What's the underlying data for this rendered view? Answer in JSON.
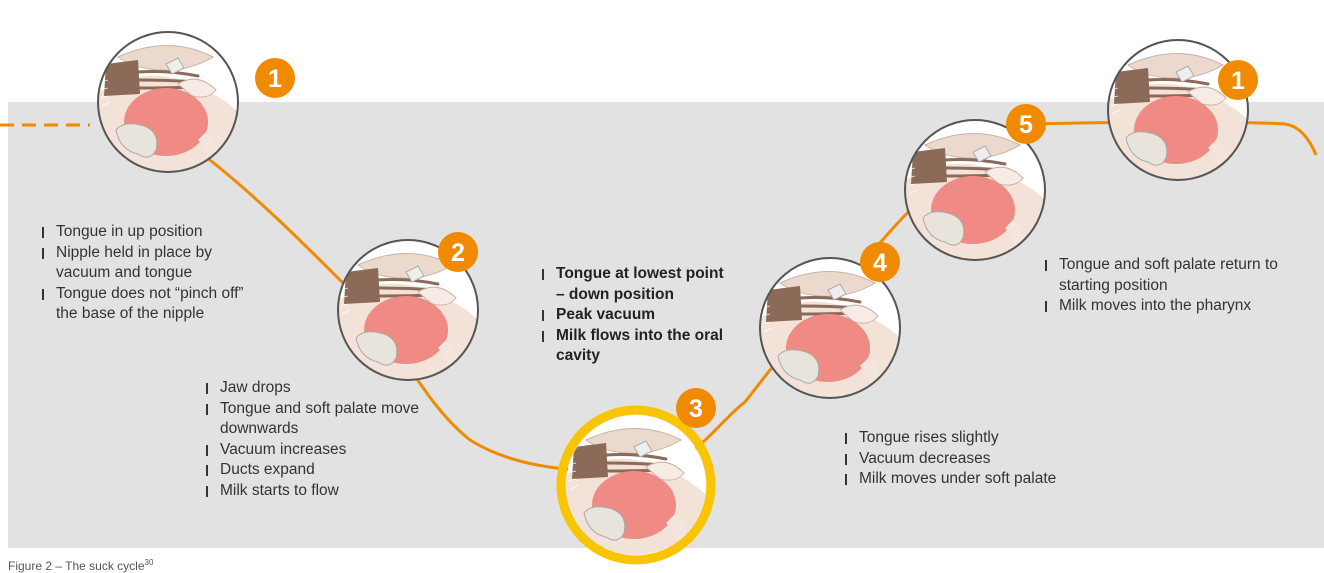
{
  "colors": {
    "band": "#e2e2e2",
    "path": "#f08a00",
    "badge": "#f08a00",
    "highlight_ring": "#f8c500",
    "tongue": "#f08a84",
    "skin": "#f0ddd2",
    "duct": "#8c6a58"
  },
  "stages": [
    {
      "badge": "1",
      "bold": false,
      "items": [
        "Tongue in up position",
        "Nipple held in place by vacuum and tongue",
        "Tongue does not “pinch off” the base of the nipple"
      ]
    },
    {
      "badge": "2",
      "bold": false,
      "items": [
        "Jaw drops",
        "Tongue and soft palate move downwards",
        "Vacuum increases",
        "Ducts expand",
        "Milk starts to flow"
      ]
    },
    {
      "badge": "3",
      "bold": true,
      "items": [
        "Tongue at lowest point – down position",
        "Peak vacuum",
        "Milk flows into the oral cavity"
      ]
    },
    {
      "badge": "4",
      "bold": false,
      "items": [
        "Tongue rises slightly",
        "Vacuum decreases",
        "Milk moves under soft palate"
      ]
    },
    {
      "badge": "5",
      "bold": false,
      "items": [
        "Tongue and soft palate return to starting position",
        "Milk moves into the pharynx"
      ]
    },
    {
      "badge": "1",
      "bold": false,
      "items": []
    }
  ],
  "caption": {
    "prefix": "Figure 2 – The suck cycle",
    "ref": "30"
  }
}
